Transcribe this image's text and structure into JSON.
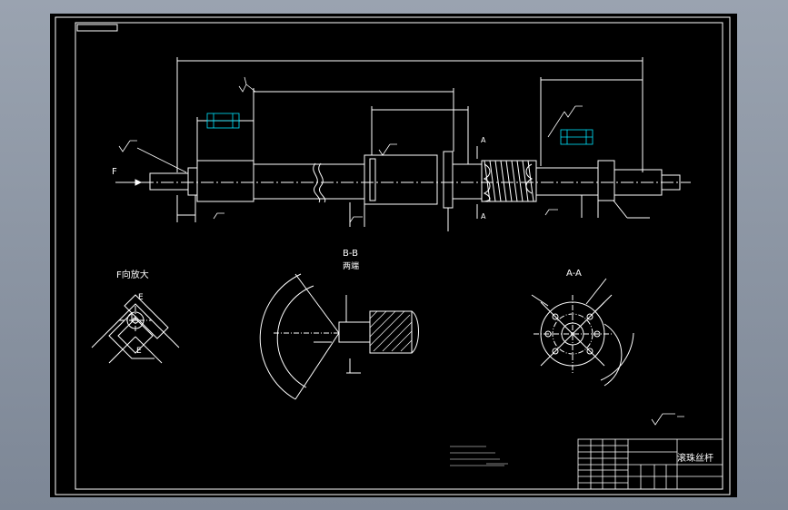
{
  "colors": {
    "background": "#000000",
    "line": "#ffffff",
    "centerline": "#ffffff",
    "hatch": "#ffffff",
    "tolerance_box": "#00e5ff",
    "workspace": "#8c95a3"
  },
  "views": {
    "main_view": {
      "view_arrow_f": "F",
      "section_mark_a_top": "A",
      "section_mark_a_bottom": "A"
    },
    "f_view": {
      "title": "F向放大",
      "mark_e_top": "E",
      "mark_e_bottom": "E"
    },
    "section_b": {
      "title": "B-B",
      "scale_note": "两端"
    },
    "section_a": {
      "title": "A-A"
    }
  },
  "title_block": {
    "part_name": "滚珠丝杆"
  }
}
